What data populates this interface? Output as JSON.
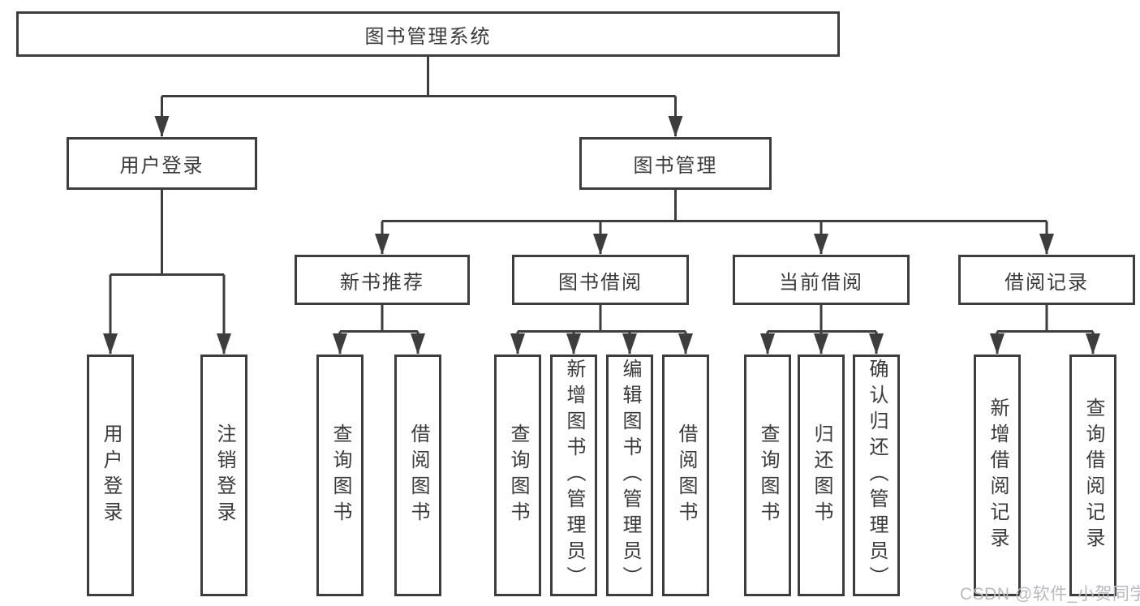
{
  "diagram": {
    "title": "图书管理系统",
    "root": {
      "label": "图书管理系统"
    },
    "level2": [
      {
        "label": "用户登录"
      },
      {
        "label": "图书管理"
      }
    ],
    "level3": [
      {
        "label": "新书推荐"
      },
      {
        "label": "图书借阅"
      },
      {
        "label": "当前借阅"
      },
      {
        "label": "借阅记录"
      }
    ],
    "level4": [
      {
        "label": "用户登录",
        "parent": "用户登录"
      },
      {
        "label": "注销登录",
        "parent": "用户登录"
      },
      {
        "label": "查询图书",
        "parent": "新书推荐"
      },
      {
        "label": "借阅图书",
        "parent": "新书推荐"
      },
      {
        "label": "查询图书",
        "parent": "图书借阅"
      },
      {
        "label": "新增图书（管理员）",
        "parent": "图书借阅"
      },
      {
        "label": "编辑图书（管理员）",
        "parent": "图书借阅"
      },
      {
        "label": "借阅图书",
        "parent": "图书借阅"
      },
      {
        "label": "查询图书",
        "parent": "当前借阅"
      },
      {
        "label": "归还图书",
        "parent": "当前借阅"
      },
      {
        "label": "确认归还（管理员）",
        "parent": "当前借阅"
      },
      {
        "label": "新增借阅记录",
        "parent": "借阅记录"
      },
      {
        "label": "查询借阅记录",
        "parent": "借阅记录"
      }
    ]
  },
  "watermark": {
    "text": "CSDN @软件_小贺同学"
  },
  "colors": {
    "line": "#3d3d3d",
    "text": "#3a3a3a",
    "watermark": "#b9b9bf",
    "background": "#ffffff"
  }
}
